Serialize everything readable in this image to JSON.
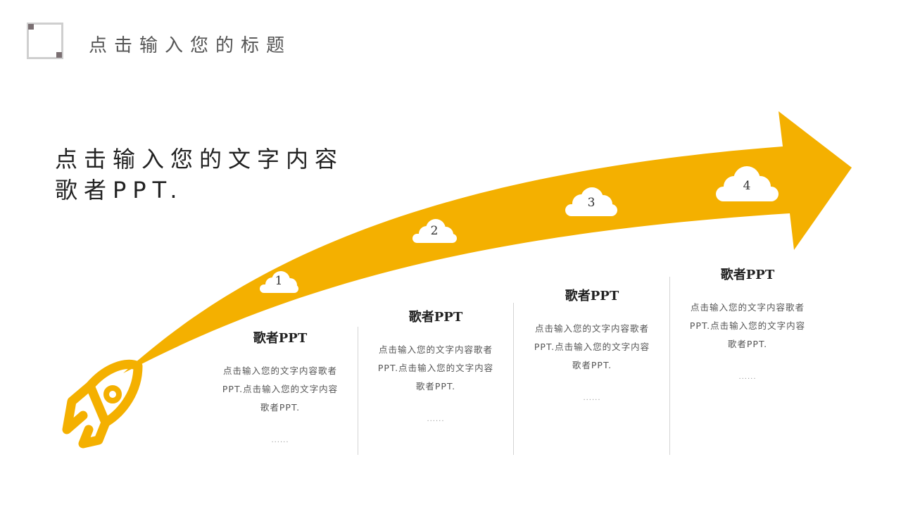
{
  "header": {
    "title": "点击输入您的标题"
  },
  "headline": {
    "line1": "点击输入您的文字内容",
    "line2": "歌者PPT."
  },
  "clouds": [
    "1",
    "2",
    "3",
    "4"
  ],
  "steps": [
    {
      "title": "歌者PPT",
      "body": "点击输入您的文字内容歌者PPT.点击输入您的文字内容歌者PPT.",
      "dots": "......"
    },
    {
      "title": "歌者PPT",
      "body": "点击输入您的文字内容歌者PPT.点击输入您的文字内容歌者PPT.",
      "dots": "......"
    },
    {
      "title": "歌者PPT",
      "body": "点击输入您的文字内容歌者PPT.点击输入您的文字内容歌者PPT.",
      "dots": "......"
    },
    {
      "title": "歌者PPT",
      "body": "点击输入您的文字内容歌者PPT.点击输入您的文字内容歌者PPT.",
      "dots": "......"
    }
  ],
  "colors": {
    "accent": "#f4b000",
    "cloud": "#ffffff"
  },
  "icons": {
    "rocket": "rocket-icon",
    "logo": "square-frame-logo"
  }
}
